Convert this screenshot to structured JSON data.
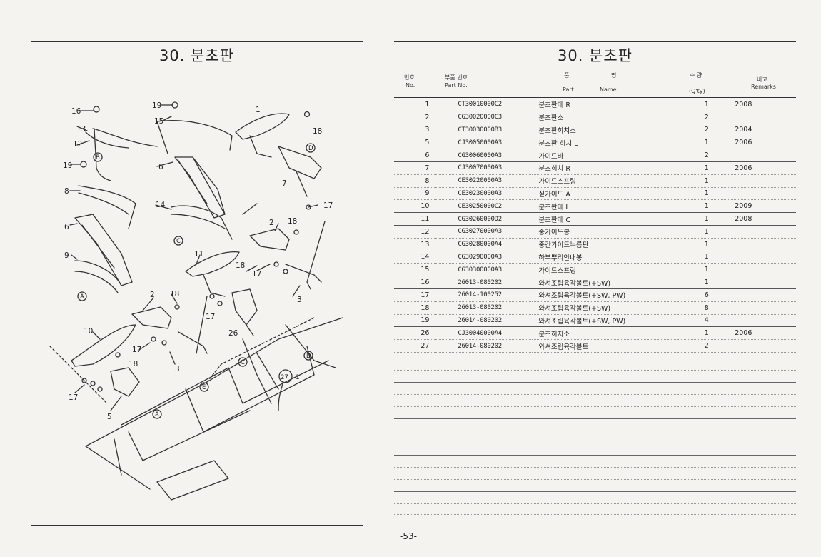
{
  "left_page": {
    "title": "30. 분초판",
    "callouts": [
      "16",
      "19",
      "1",
      "13",
      "15",
      "18",
      "12",
      "B",
      "6",
      "D",
      "19",
      "8",
      "7",
      "17",
      "14",
      "C",
      "6",
      "2",
      "18",
      "11",
      "18",
      "9",
      "17",
      "A",
      "2",
      "18",
      "17",
      "3",
      "26",
      "10",
      "17",
      "18",
      "17",
      "5",
      "3",
      "C",
      "D",
      "27-1",
      "E",
      "A"
    ]
  },
  "right_page": {
    "title": "30. 분초판",
    "headers": {
      "no_ko": "번호",
      "no_en": "No.",
      "part_ko": "부품 번호",
      "part_en": "Part  No.",
      "name_ko1": "품",
      "name_ko2": "명",
      "name_en1": "Part",
      "name_en2": "Name",
      "qty_ko": "수 량",
      "qty_en": "(Q'ty)",
      "remarks_ko": "비고",
      "remarks_en": "Remarks"
    },
    "rows": [
      {
        "no": "1",
        "part": "CT30010000C2",
        "name": "분초판대 R",
        "qty": "1",
        "remarks": "2008"
      },
      {
        "no": "2",
        "part": "CG30020000C3",
        "name": "분초판소",
        "qty": "2",
        "remarks": ""
      },
      {
        "no": "3",
        "part": "CT30030000B3",
        "name": "분초판히치소",
        "qty": "2",
        "remarks": "2004"
      },
      {
        "no": "5",
        "part": "CJ30050000A3",
        "name": "분초판 히치 L",
        "qty": "1",
        "remarks": "2006"
      },
      {
        "no": "6",
        "part": "CG30060000A3",
        "name": "가이드바",
        "qty": "2",
        "remarks": ""
      },
      {
        "no": "7",
        "part": "CJ30070000A3",
        "name": "분초히치 R",
        "qty": "1",
        "remarks": "2006"
      },
      {
        "no": "8",
        "part": "CE30220000A3",
        "name": "가이드스프링",
        "qty": "1",
        "remarks": ""
      },
      {
        "no": "9",
        "part": "CE30230000A3",
        "name": "짚가이드 A",
        "qty": "1",
        "remarks": ""
      },
      {
        "no": "10",
        "part": "CE30250000C2",
        "name": "분초판대 L",
        "qty": "1",
        "remarks": "2009"
      },
      {
        "no": "11",
        "part": "CG30260000D2",
        "name": "분초판대 C",
        "qty": "1",
        "remarks": "2008"
      },
      {
        "no": "12",
        "part": "CG30270000A3",
        "name": "중가이드봉",
        "qty": "1",
        "remarks": ""
      },
      {
        "no": "13",
        "part": "CG30280000A4",
        "name": "중간가이드누름판",
        "qty": "1",
        "remarks": ""
      },
      {
        "no": "14",
        "part": "CG30290000A3",
        "name": "하부뿌리안내봉",
        "qty": "1",
        "remarks": ""
      },
      {
        "no": "15",
        "part": "CG30300000A3",
        "name": "가이드스프링",
        "qty": "1",
        "remarks": ""
      },
      {
        "no": "16",
        "part": "26013-080202",
        "name": "와셔조립육각볼트(+SW)",
        "qty": "1",
        "remarks": ""
      },
      {
        "no": "17",
        "part": "26014-100252",
        "name": "와셔조립육각볼트(+SW, PW)",
        "qty": "6",
        "remarks": ""
      },
      {
        "no": "18",
        "part": "26013-080202",
        "name": "와셔조립육각볼트(+SW)",
        "qty": "8",
        "remarks": ""
      },
      {
        "no": "19",
        "part": "26014-080202",
        "name": "와셔조립육각볼트(+SW, PW)",
        "qty": "4",
        "remarks": ""
      },
      {
        "no": "26",
        "part": "CJ30040000A4",
        "name": "분초히치소",
        "qty": "1",
        "remarks": "2006"
      },
      {
        "no": "27",
        "part": "26014-080202",
        "name": "와셔조립육각볼트",
        "qty": "2",
        "remarks": ""
      }
    ],
    "page_number": "-53-"
  }
}
